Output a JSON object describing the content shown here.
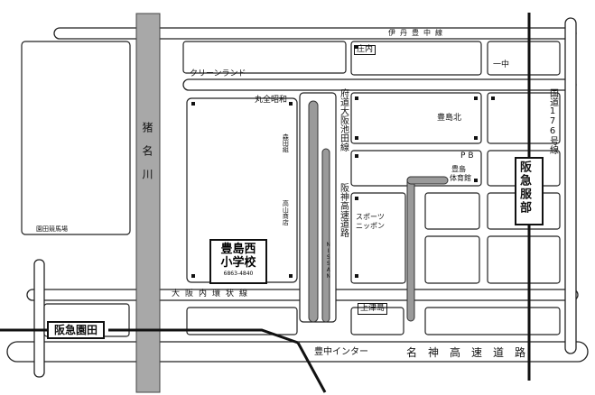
{
  "stations": {
    "hattori": "阪急服部",
    "sonoda": "阪急園田"
  },
  "school": {
    "name_line1": "豊島西",
    "name_line2": "小学校",
    "phone": "6863-4840"
  },
  "labels": {
    "itami_toyonaka": "伊丹豊中線",
    "shosai": "庄内",
    "ichichu": "一中",
    "clean_land": "クリーンランド",
    "maruzen_showa": "丸全昭和",
    "toyoshima_kita": "豊島北",
    "pb": "PB",
    "toyoshima_gym_1": "豊島",
    "toyoshima_gym_2": "体育館",
    "sports_1": "スポーツ",
    "sports_2": "ニッポン",
    "sonoda_racetrack": "園田競馬場",
    "osaka_naikan": "大阪内環状線",
    "kamitsushima": "上津島",
    "toyonaka_ic": "豊中インター",
    "meishin": "名神高速道路",
    "ina_river": "猪名川",
    "fudou_osaka_ikeda": "府道大阪池田線",
    "hanshin_expressway": "阪神高速道路",
    "nissan": "NISSAN",
    "morita": "森田組",
    "takayama": "高山商店",
    "route176": "国道176号線"
  }
}
